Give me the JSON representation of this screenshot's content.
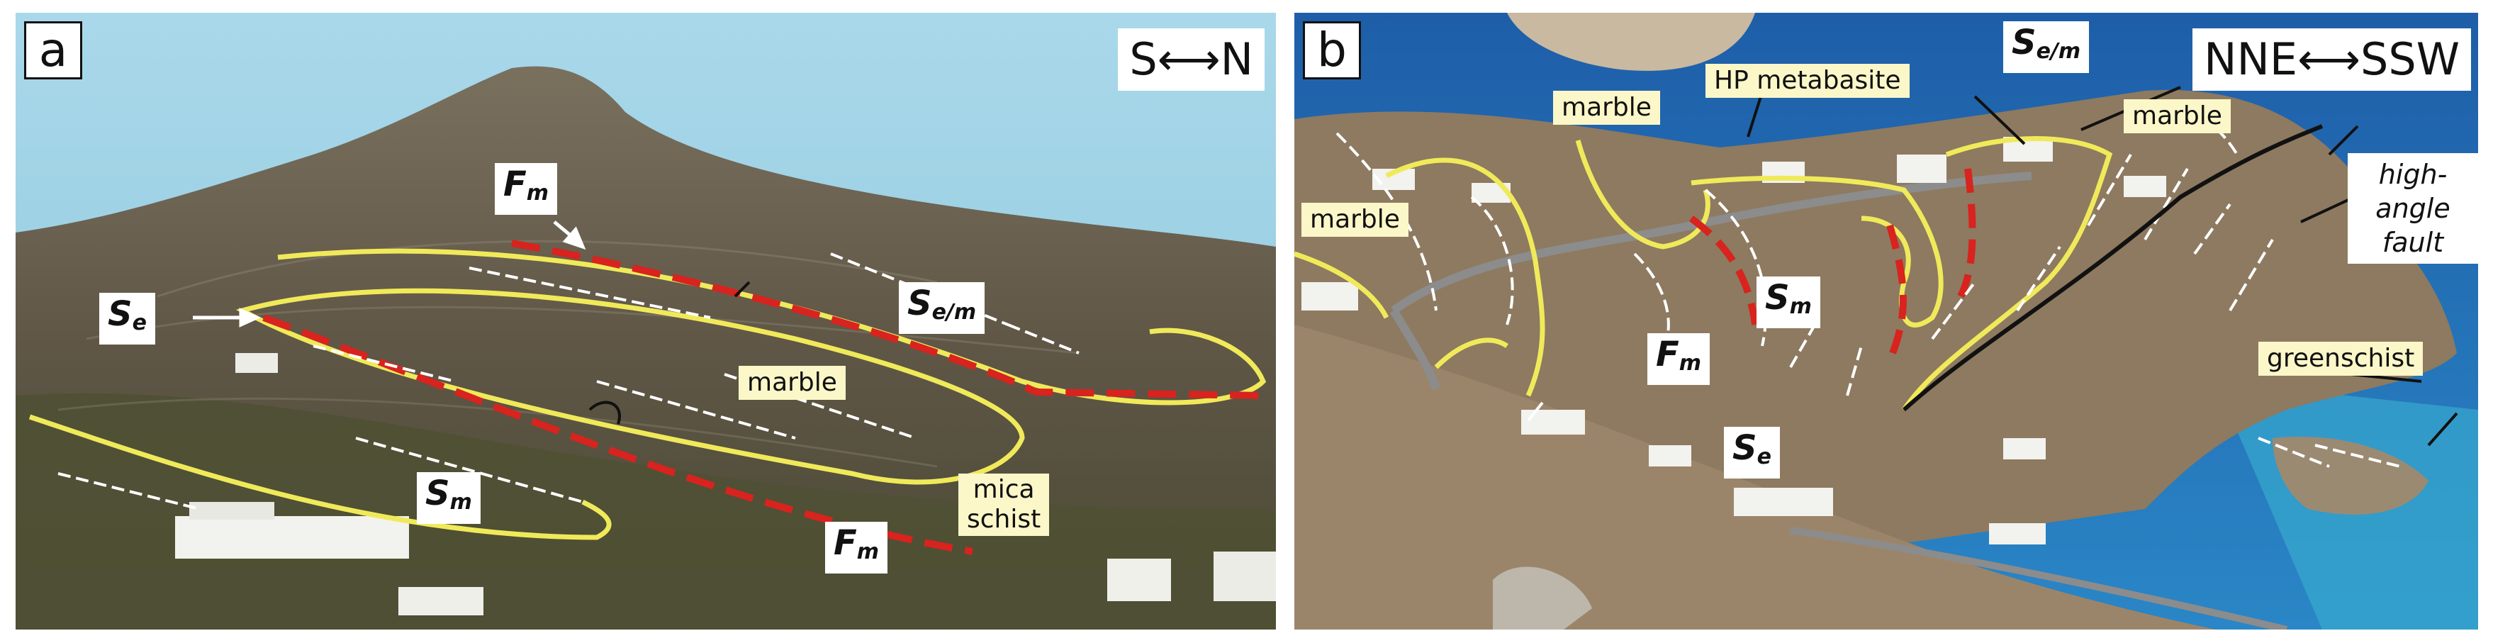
{
  "panel_a": {
    "letter": "a",
    "orientation": {
      "left": "S",
      "arrow": "⟷",
      "right": "N"
    },
    "labels": {
      "f_m_top": {
        "main": "F",
        "sub": "m"
      },
      "s_e": {
        "main": "S",
        "sub": "e"
      },
      "s_em": {
        "main": "S",
        "sub": "e/m"
      },
      "s_m": {
        "main": "S",
        "sub": "m"
      },
      "f_m_bottom": {
        "main": "F",
        "sub": "m"
      },
      "marble": "marble",
      "mica_schist_line1": "mica",
      "mica_schist_line2": "schist"
    }
  },
  "panel_b": {
    "letter": "b",
    "orientation": {
      "left": "NNE",
      "arrow": "⟷",
      "right": "SSW"
    },
    "labels": {
      "s_em": {
        "main": "S",
        "sub": "e/m"
      },
      "hp_metabasite": "HP metabasite",
      "marble_top": "marble",
      "marble_right": "marble",
      "marble_left": "marble",
      "high_angle_fault_line1": "high-angle",
      "high_angle_fault_line2": "fault",
      "s_m": {
        "main": "S",
        "sub": "m"
      },
      "f_m": {
        "main": "F",
        "sub": "m"
      },
      "s_e": {
        "main": "S",
        "sub": "e"
      },
      "greenschist": "greenschist"
    }
  },
  "colors": {
    "sky": "#9fd1e3",
    "hill": "#6e6453",
    "sea": "#1d6fb8",
    "contact_line": "#f0ea5a",
    "fold_axis": "#d8231e",
    "label_bg": "#fbf7c8"
  }
}
